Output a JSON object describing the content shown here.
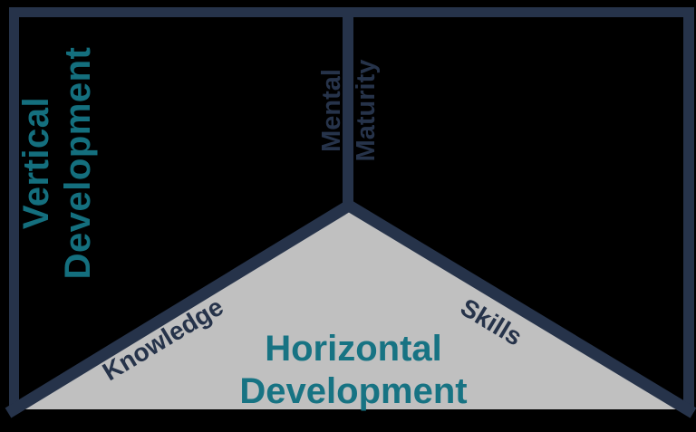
{
  "diagram": {
    "background_color": "#000000",
    "frame_color": "#26334A",
    "teal_color": "#146F7E",
    "triangle_fill_color": "#C0C0C0",
    "left_axis_label": {
      "line1": "Vertical",
      "line2": "Development"
    },
    "center_axis_label": {
      "line1": "Mental",
      "line2": "Maturity"
    },
    "left_slope_label": "Knowledge",
    "right_slope_label": "Skills",
    "triangle_label": {
      "line1": "Horizontal",
      "line2": "Development"
    }
  }
}
